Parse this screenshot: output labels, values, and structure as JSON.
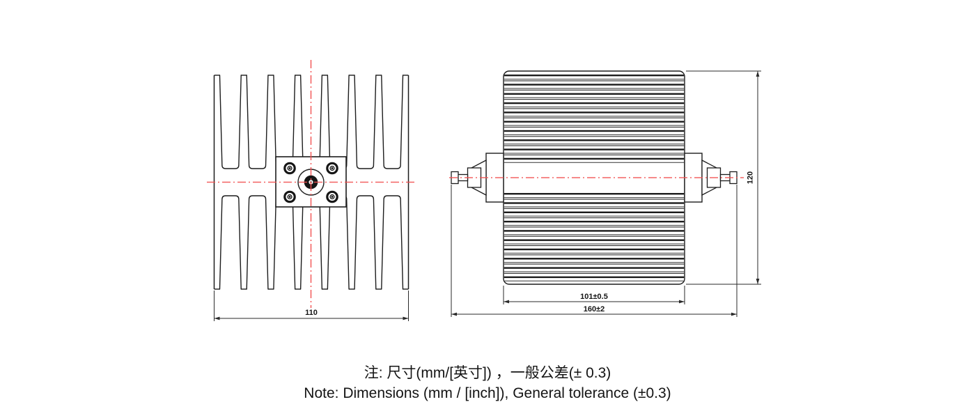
{
  "views": {
    "front": {
      "width_dim": "110",
      "fin_count": 8
    },
    "side": {
      "body_width_dim": "101±0.5",
      "overall_length_dim": "160±2",
      "height_dim": "120"
    }
  },
  "note": {
    "line_zh": "注: 尺寸(mm/[英寸]) ，一般公差(± 0.3)",
    "line_en": "Note: Dimensions (mm / [inch]), General tolerance (±0.3)"
  },
  "colors": {
    "centerline_red": "#f25252",
    "line_dark": "#1c1c1c",
    "dim_line": "#2a2a2a"
  }
}
